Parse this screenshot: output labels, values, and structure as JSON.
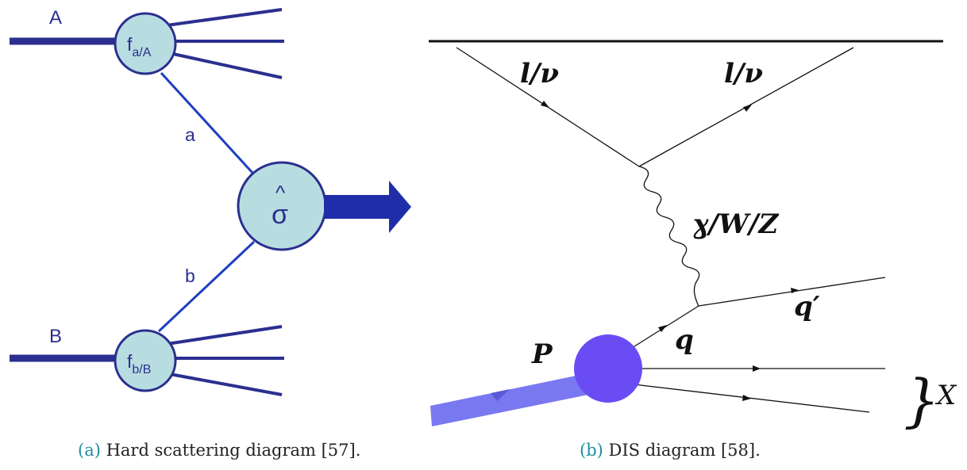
{
  "panel_a": {
    "parton_A": "A",
    "parton_B": "B",
    "line_a": "a",
    "line_b": "b",
    "pdf_top_main": "f",
    "pdf_top_sub": "a/A",
    "pdf_bottom_main": "f",
    "pdf_bottom_sub": "b/B",
    "sigma": "σ",
    "hat": "^",
    "colors": {
      "line": "#2b2f8f",
      "blob": "#b7dde0",
      "arrow": "#1f2ea8"
    }
  },
  "panel_b": {
    "lepton_in": "l/ν",
    "lepton_out": "l/ν",
    "boson": "ɣ/W/Z",
    "quark_in": "q",
    "quark_out": "q′",
    "proton": "P",
    "remnant_brace": "}",
    "remnant": "X",
    "colors": {
      "proton_blob": "#6a4cf5",
      "beam": "#7a78f0"
    }
  },
  "captions": {
    "a_tag": "(a)",
    "a_text": " Hard scattering diagram [57].",
    "b_tag": "(b)",
    "b_text": " DIS diagram [58]."
  }
}
